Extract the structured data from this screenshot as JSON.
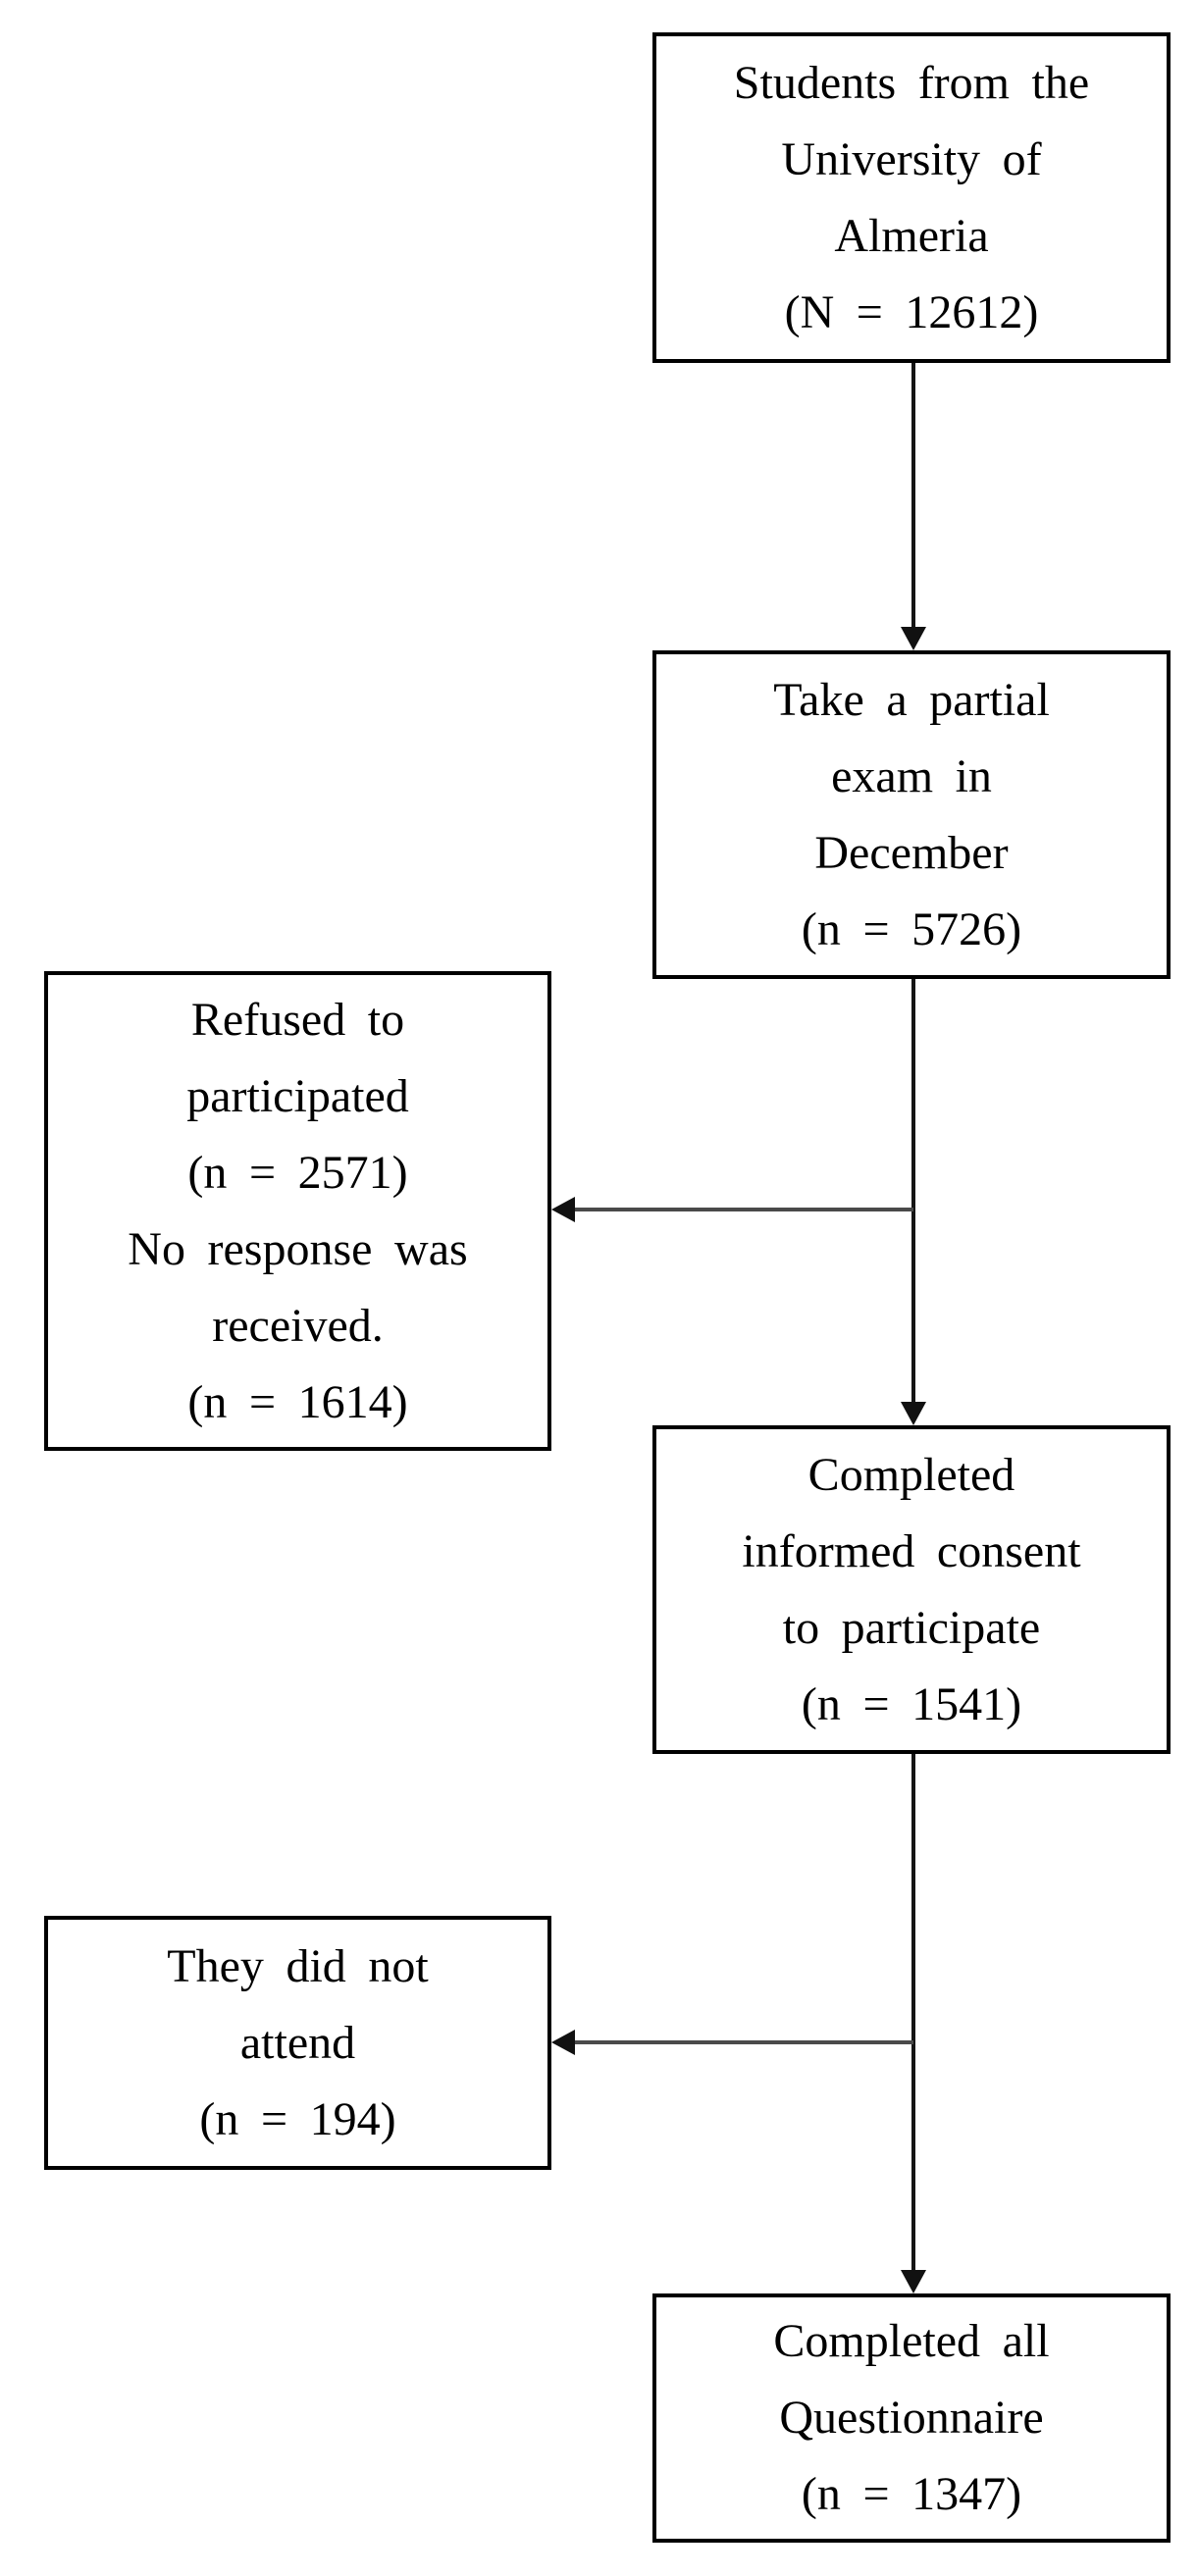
{
  "diagram": {
    "type": "flowchart",
    "background_color": "#ffffff",
    "box_border_color": "#000000",
    "text_color": "#000000",
    "main_connector_color": "#151515",
    "branch_connector_color": "#4a4a4a",
    "nodes": [
      {
        "id": "population",
        "column": "main",
        "n_label": "N = 12612",
        "lines": [
          "Students from the",
          "University of",
          "Almeria",
          "(N = 12612)"
        ]
      },
      {
        "id": "partial-exam",
        "column": "main",
        "n_label": "n = 5726",
        "lines": [
          "Take a partial",
          "exam in",
          "December",
          "(n = 5726)"
        ]
      },
      {
        "id": "refused-no-response",
        "column": "side",
        "n_label": "n = 2571; n = 1614",
        "lines": [
          "Refused to",
          "participated",
          "(n = 2571)",
          "No response was",
          "received.",
          "(n = 1614)"
        ]
      },
      {
        "id": "informed-consent",
        "column": "main",
        "n_label": "n = 1541",
        "lines": [
          "Completed",
          "informed consent",
          "to participate",
          "(n = 1541)"
        ]
      },
      {
        "id": "did-not-attend",
        "column": "side",
        "n_label": "n = 194",
        "lines": [
          "They did not",
          "attend",
          "(n = 194)"
        ]
      },
      {
        "id": "completed-questionnaire",
        "column": "main",
        "n_label": "n = 1347",
        "lines": [
          "Completed all",
          "Questionnaire",
          "(n = 1347)"
        ]
      }
    ],
    "edges": [
      {
        "from": "population",
        "to": "partial-exam",
        "direction": "down"
      },
      {
        "from": "partial-exam",
        "to": "informed-consent",
        "direction": "down"
      },
      {
        "from": "partial-exam",
        "to": "refused-no-response",
        "direction": "left"
      },
      {
        "from": "informed-consent",
        "to": "completed-questionnaire",
        "direction": "down"
      },
      {
        "from": "informed-consent",
        "to": "did-not-attend",
        "direction": "left"
      }
    ]
  }
}
